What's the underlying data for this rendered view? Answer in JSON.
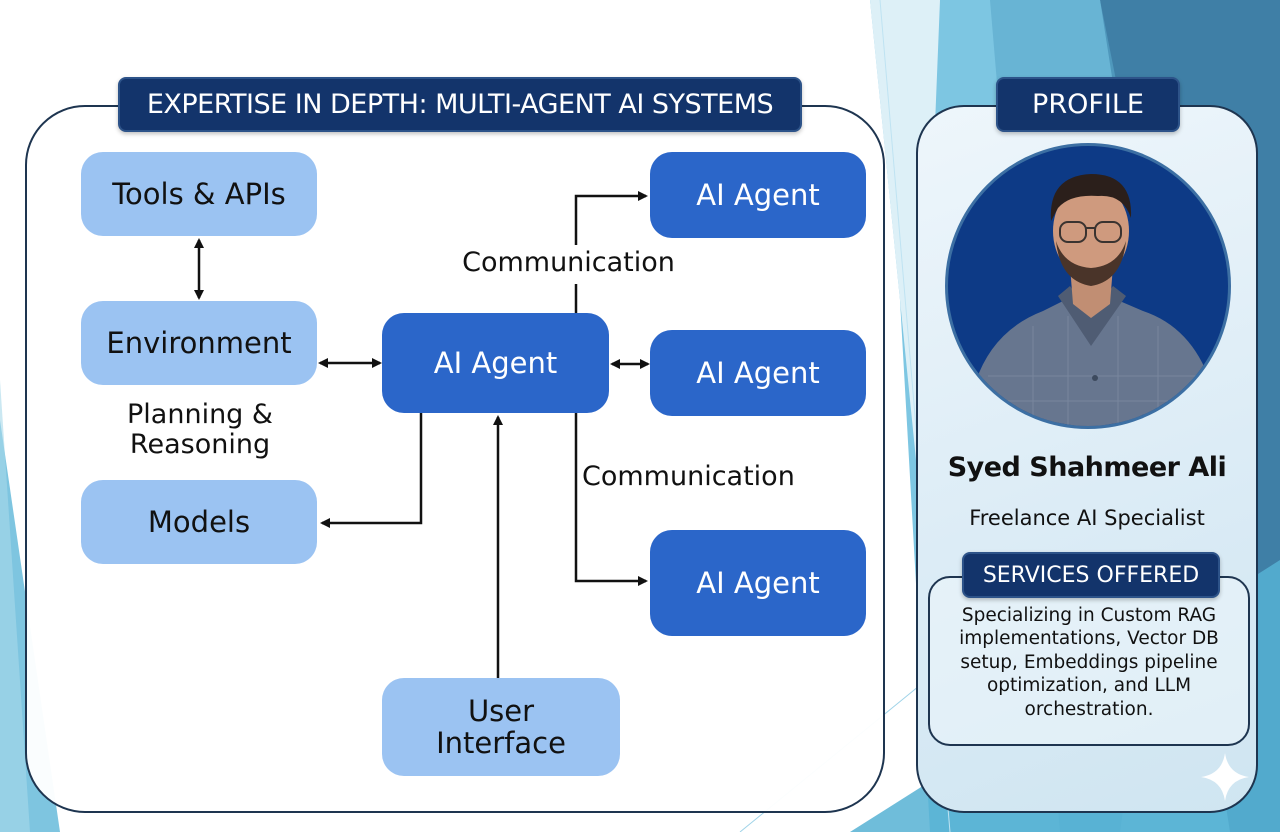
{
  "diagram": {
    "title": "EXPERTISE IN DEPTH: MULTI-AGENT AI SYSTEMS",
    "nodes": {
      "tools_apis": "Tools & APIs",
      "environment": "Environment",
      "models": "Models",
      "central_agent": "AI Agent",
      "agent_top": "AI Agent",
      "agent_middle": "AI Agent",
      "agent_bottom": "AI Agent",
      "user_interface": "User\nInterface"
    },
    "labels": {
      "planning": "Planning &\nReasoning",
      "communication_top": "Communication",
      "communication_bottom": "Communication"
    },
    "edges": [
      {
        "from": "tools_apis",
        "to": "environment",
        "type": "bidirectional"
      },
      {
        "from": "environment",
        "to": "central_agent",
        "type": "bidirectional"
      },
      {
        "from": "central_agent",
        "to": "agent_middle",
        "type": "bidirectional"
      },
      {
        "from": "central_agent",
        "to": "agent_top",
        "type": "directed",
        "label": "Communication"
      },
      {
        "from": "central_agent",
        "to": "agent_bottom",
        "type": "directed",
        "label": "Communication"
      },
      {
        "from": "central_agent",
        "to": "models",
        "type": "directed"
      },
      {
        "from": "user_interface",
        "to": "central_agent",
        "type": "directed"
      }
    ]
  },
  "profile": {
    "title": "PROFILE",
    "avatar_icon": "person-photo-icon",
    "name": "Syed Shahmeer Ali",
    "role": "Freelance AI Specialist",
    "services_title": "SERVICES OFFERED",
    "services_text": "Specializing in Custom RAG implementations, Vector DB setup, Embeddings pipeline optimization, and LLM orchestration."
  },
  "decor": {
    "sparkle_icon": "sparkle-icon"
  },
  "colors": {
    "navy": "#13346b",
    "agent_blue": "#2b66c9",
    "light_blue": "#9bc3f2",
    "avatar_bg": "#0d3a86",
    "sky": "#7ec8e3"
  }
}
